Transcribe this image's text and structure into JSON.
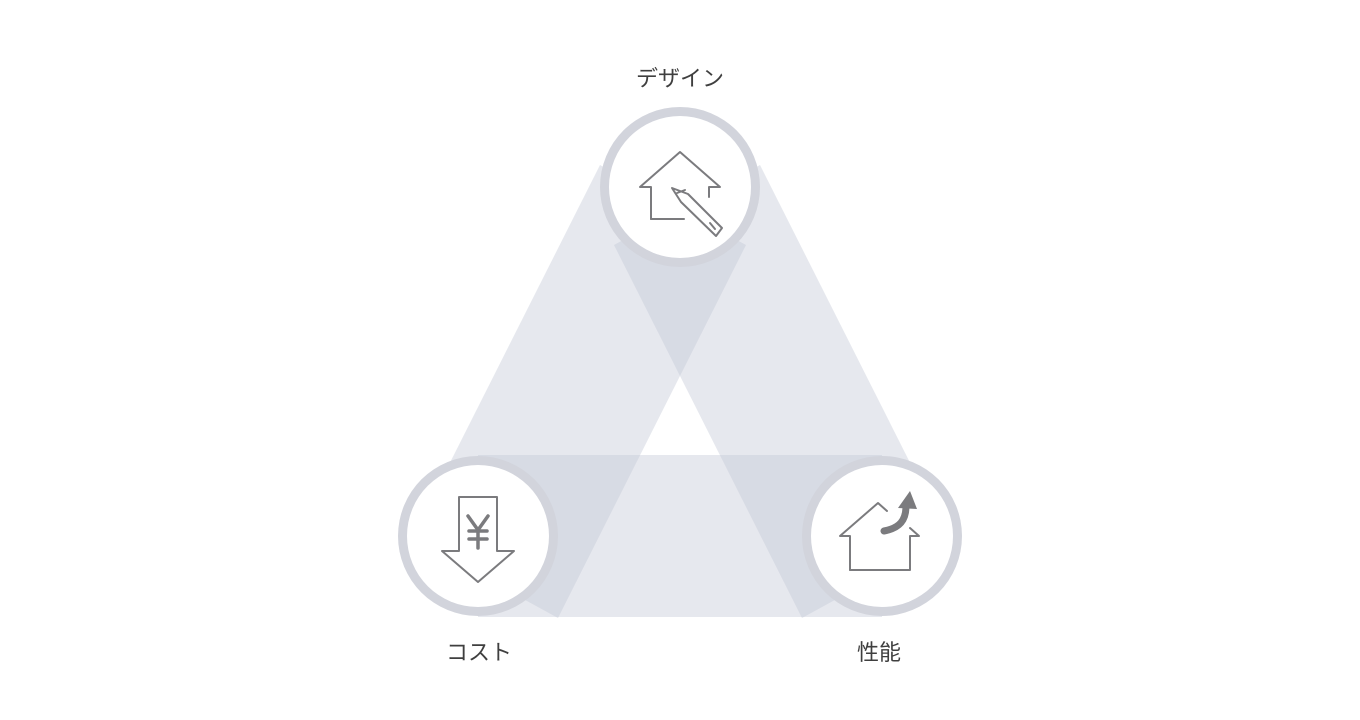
{
  "nodes": {
    "design": {
      "label": "デザイン",
      "icon": "house-pencil-icon"
    },
    "cost": {
      "label": "コスト",
      "icon": "yen-down-arrow-icon"
    },
    "performance": {
      "label": "性能",
      "icon": "house-up-arrow-icon"
    }
  },
  "colors": {
    "band": "#c4c8d6",
    "ring": "#d2d4dc",
    "icon_stroke": "#7b7b7e",
    "label": "#3f3f3f",
    "background": "#ffffff"
  }
}
